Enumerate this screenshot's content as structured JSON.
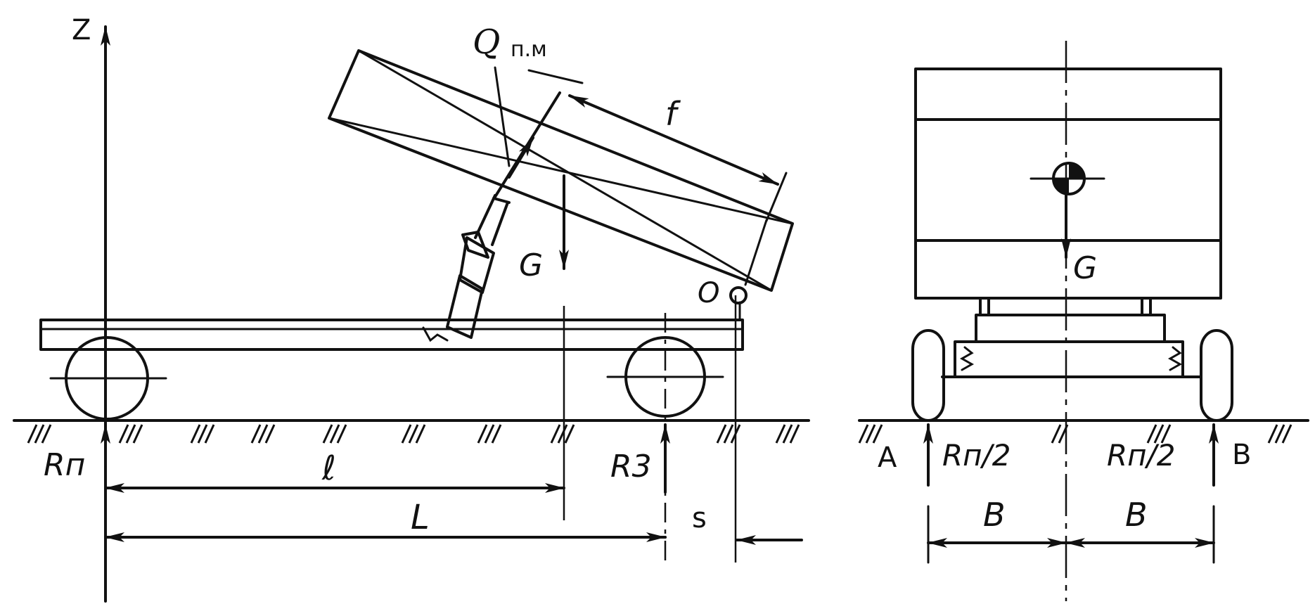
{
  "diagram": {
    "side_view": {
      "axis_z": "Z",
      "force_q_main": "Q",
      "force_q_sub": "п.м",
      "dim_f": "f",
      "force_g": "G",
      "pivot_o": "O",
      "reaction_front": "Rп",
      "reaction_rear": "R3",
      "dim_l_small": "ℓ",
      "dim_l_big": "L",
      "dim_s": "s"
    },
    "rear_view": {
      "force_g": "G",
      "point_a": "A",
      "point_b": "B",
      "reaction_left": "Rп/2",
      "reaction_right": "Rп/2",
      "dim_b_left": "B",
      "dim_b_right": "B"
    }
  }
}
